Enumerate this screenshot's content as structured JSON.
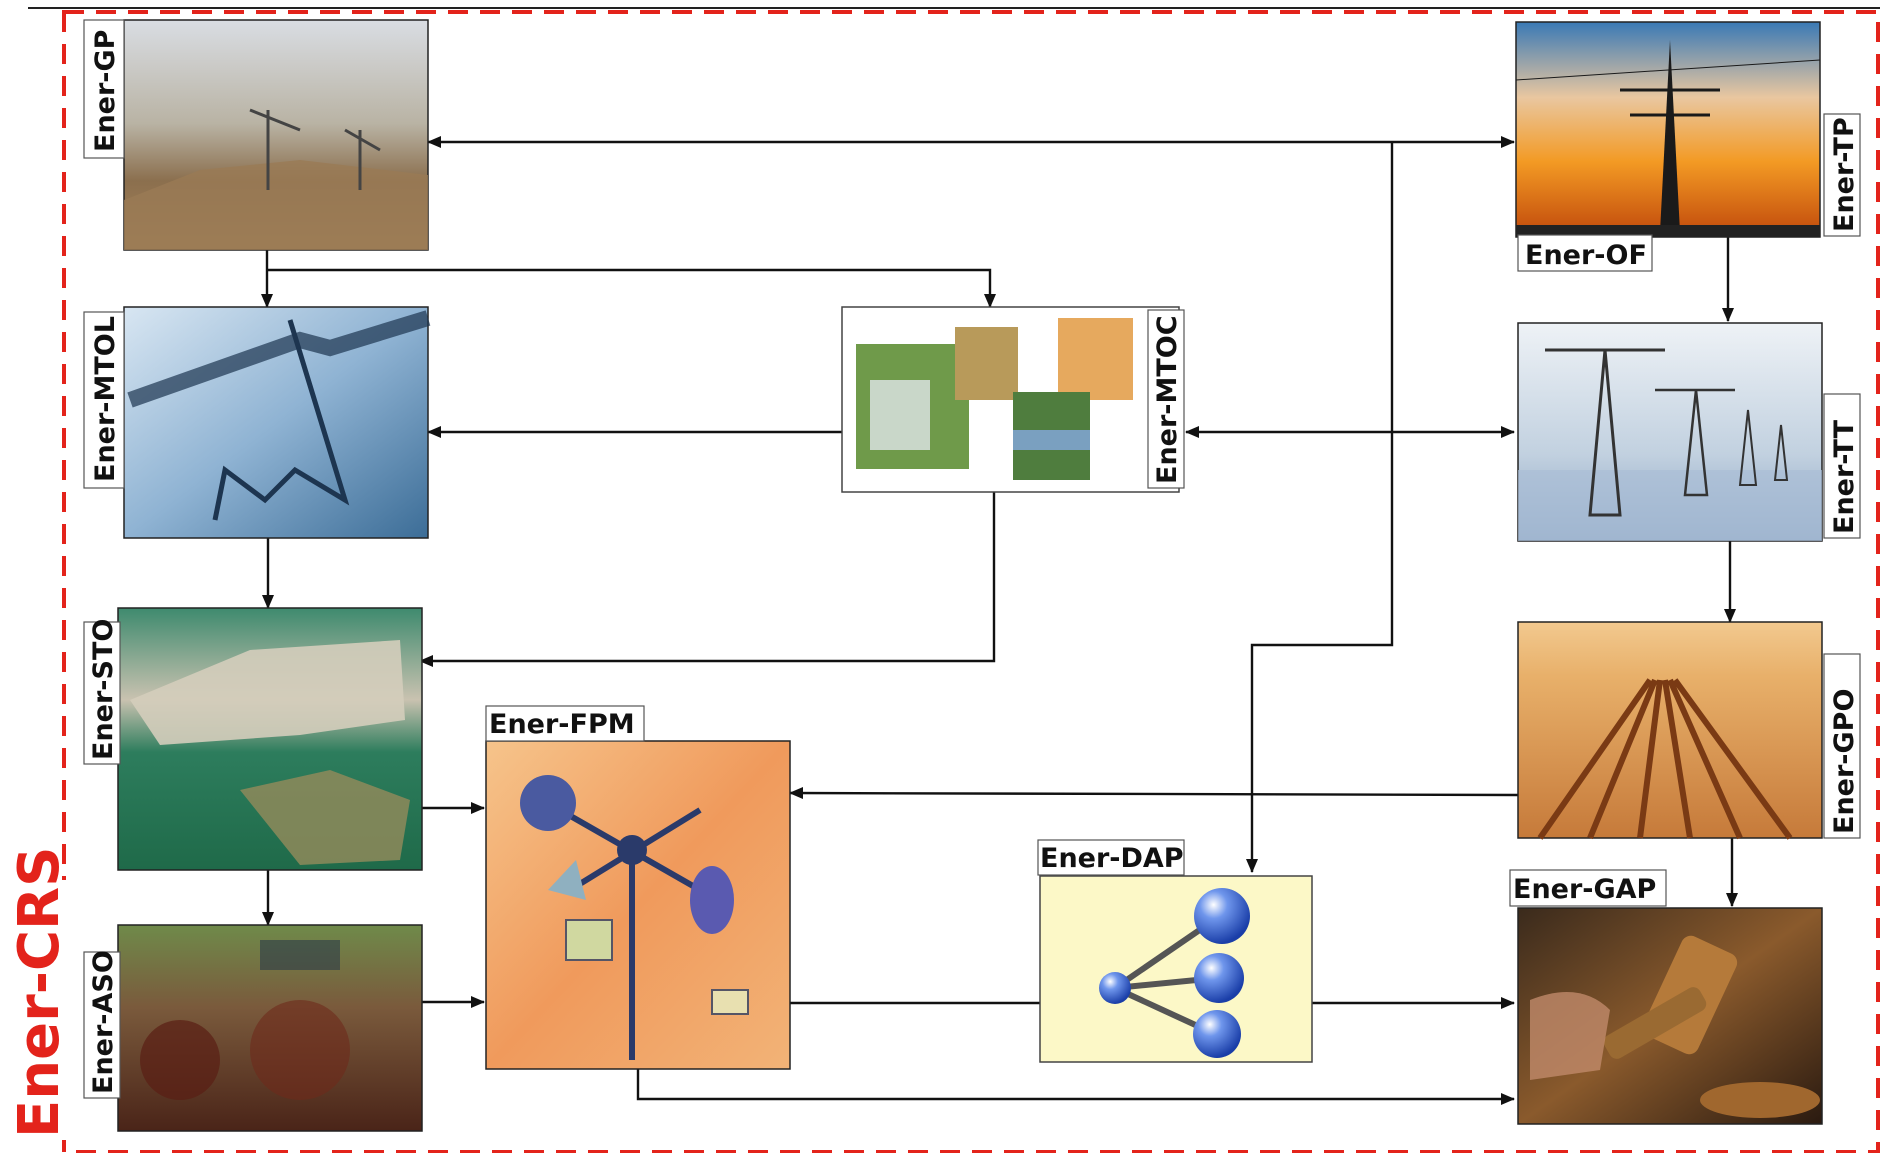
{
  "diagram": {
    "outer_label": "Ener-CRS",
    "accent_color": "#e3231b",
    "nodes": {
      "gp": {
        "label": "Ener-GP"
      },
      "mtol": {
        "label": "Ener-MTOL"
      },
      "sto": {
        "label": "Ener-STO"
      },
      "aso": {
        "label": "Ener-ASO"
      },
      "fpm": {
        "label": "Ener-FPM"
      },
      "mtoc": {
        "label": "Ener-MTOC"
      },
      "dap": {
        "label": "Ener-DAP"
      },
      "tp": {
        "label": "Ener-TP"
      },
      "of": {
        "label": "Ener-OF"
      },
      "tt": {
        "label": "Ener-TT"
      },
      "gpo": {
        "label": "Ener-GPO"
      },
      "gap": {
        "label": "Ener-GAP"
      }
    }
  }
}
